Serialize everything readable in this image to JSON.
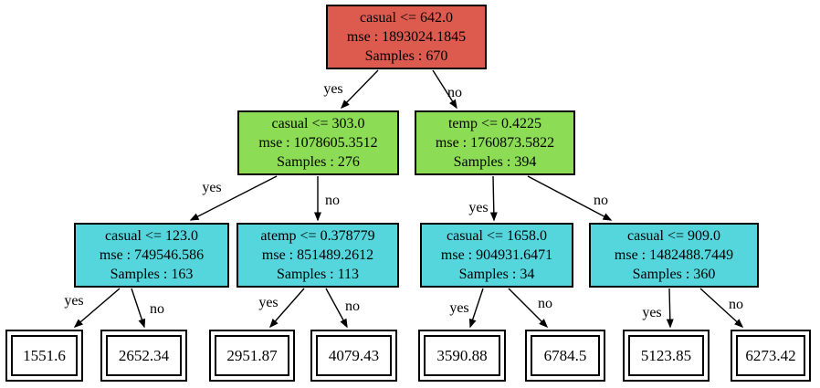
{
  "diagram_type": "decision-tree",
  "colors": {
    "root_fill": "#dd5a4e",
    "split_fill": "#8cdd55",
    "subsplit_fill": "#55d6dd",
    "leaf_fill": "#ffffff",
    "edge_color": "#000000",
    "border_color": "#000000"
  },
  "nodes": {
    "root": {
      "condition": "casual <= 642.0",
      "mse": "mse : 1893024.1845",
      "samples": "Samples : 670"
    },
    "left": {
      "condition": "casual <= 303.0",
      "mse": "mse : 1078605.3512",
      "samples": "Samples : 276"
    },
    "right": {
      "condition": "temp <= 0.4225",
      "mse": "mse : 1760873.5822",
      "samples": "Samples : 394"
    },
    "left_left": {
      "condition": "casual <= 123.0",
      "mse": "mse : 749546.586",
      "samples": "Samples : 163"
    },
    "left_right": {
      "condition": "atemp <= 0.378779",
      "mse": "mse : 851489.2612",
      "samples": "Samples : 113"
    },
    "right_left": {
      "condition": "casual <= 1658.0",
      "mse": "mse : 904931.6471",
      "samples": "Samples : 34"
    },
    "right_right": {
      "condition": "casual <= 909.0",
      "mse": "mse : 1482488.7449",
      "samples": "Samples : 360"
    }
  },
  "leaves": {
    "leaf1": "1551.6",
    "leaf2": "2652.34",
    "leaf3": "2951.87",
    "leaf4": "4079.43",
    "leaf5": "3590.88",
    "leaf6": "6784.5",
    "leaf7": "5123.85",
    "leaf8": "6273.42"
  },
  "edge_labels": {
    "root_yes": "yes",
    "root_no": "no",
    "left_yes": "yes",
    "left_no": "no",
    "right_yes": "yes",
    "right_no": "no",
    "ll_yes": "yes",
    "ll_no": "no",
    "lr_yes": "yes",
    "lr_no": "no",
    "rl_yes": "yes",
    "rl_no": "no",
    "rr_yes": "yes",
    "rr_no": "no"
  }
}
